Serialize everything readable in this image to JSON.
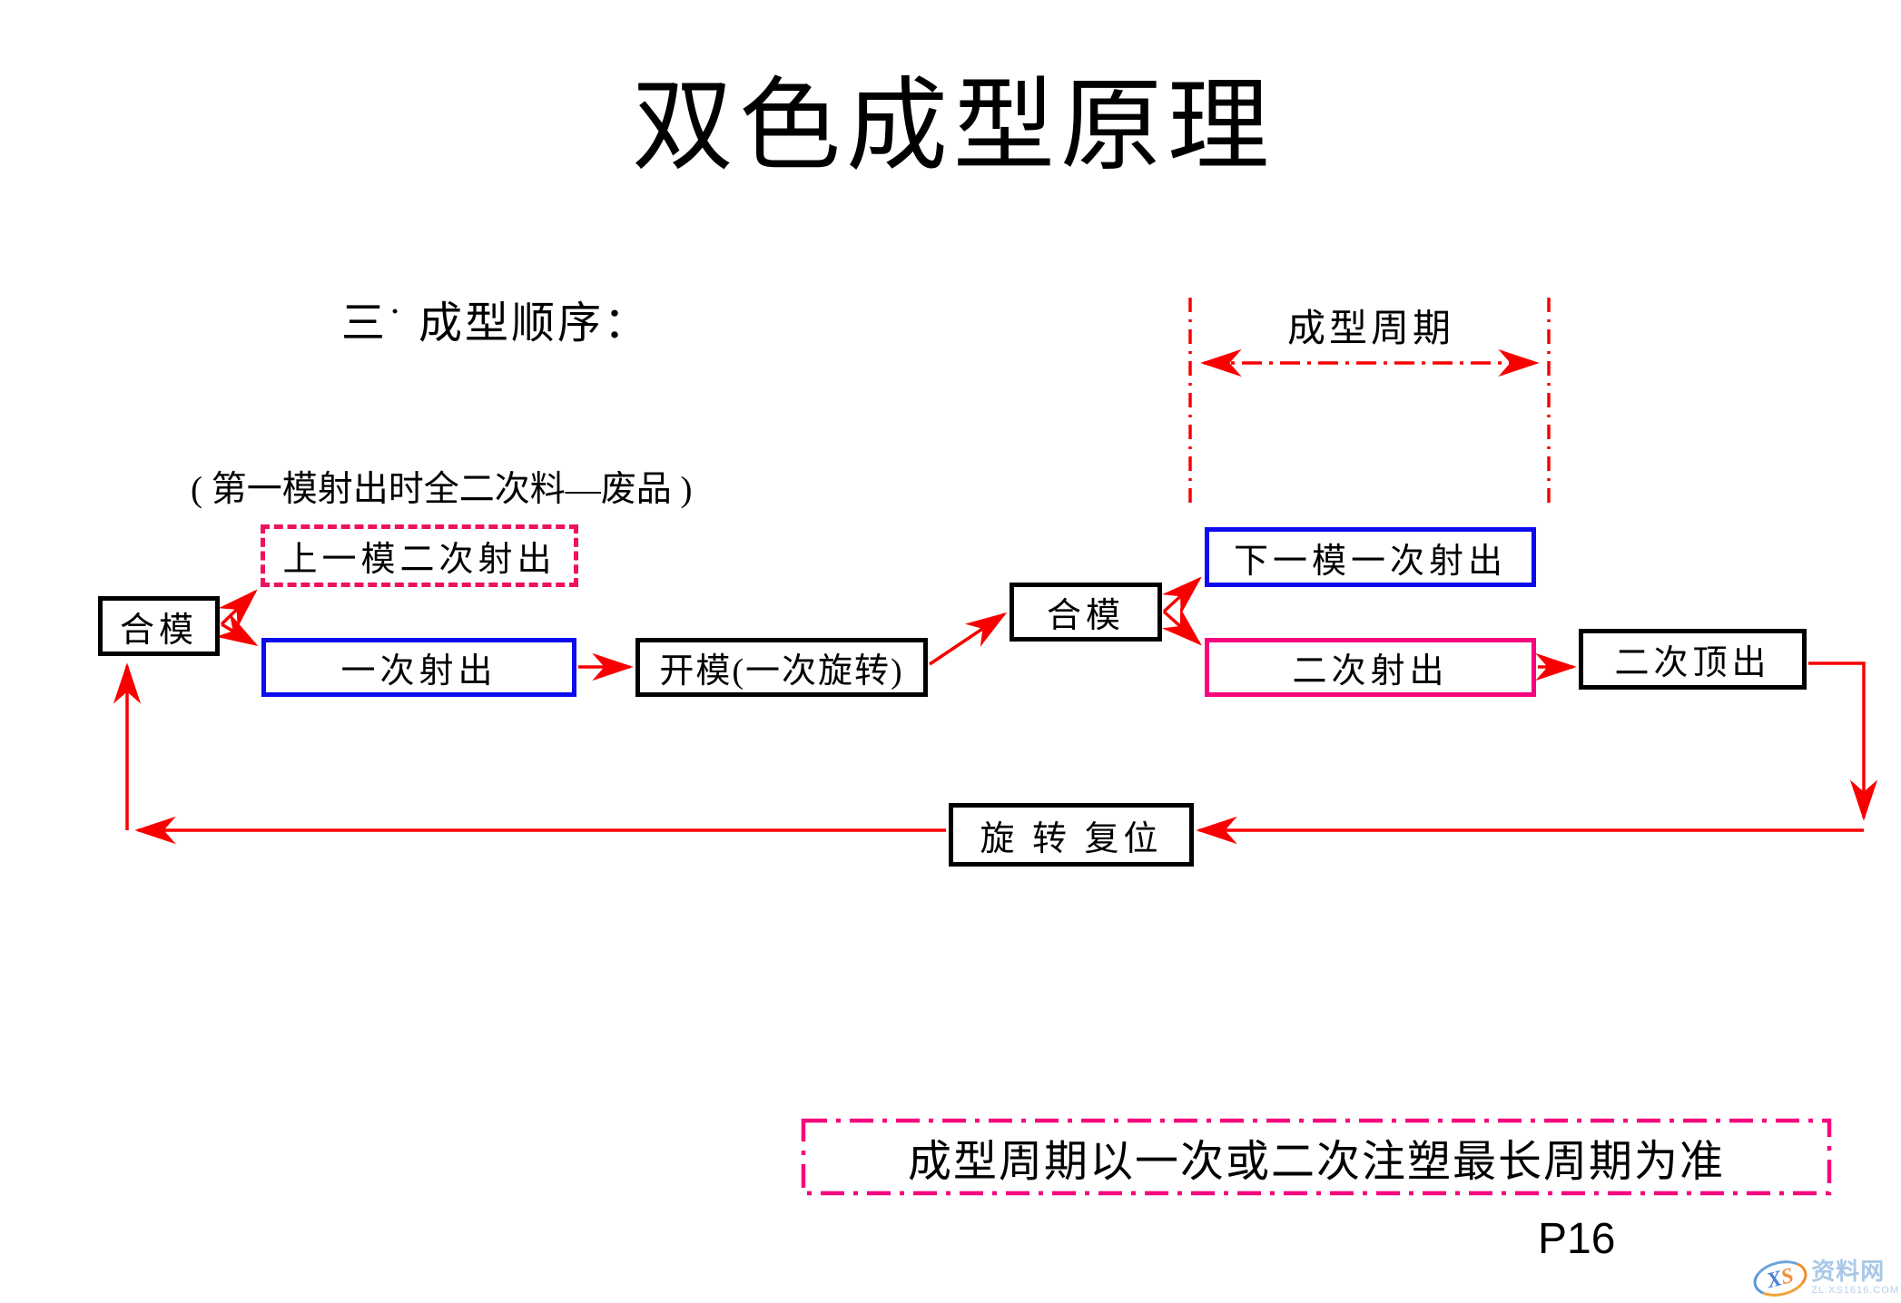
{
  "title": "双色成型原理",
  "section_heading": "三˙ 成型顺序：",
  "cycle_label": "成型周期",
  "note": "( 第一模射出时全二次料—废品 )",
  "flowchart": {
    "nodes": [
      {
        "id": "clamp-1",
        "label": "合模",
        "style": "black-solid"
      },
      {
        "id": "prev-mold-second-shot",
        "label": "上一模二次射出",
        "style": "pink-dashed"
      },
      {
        "id": "first-shot",
        "label": "一次射出",
        "style": "blue-solid"
      },
      {
        "id": "open-mold-rotate",
        "label": "开模(一次旋转)",
        "style": "black-solid"
      },
      {
        "id": "clamp-2",
        "label": "合模",
        "style": "black-solid"
      },
      {
        "id": "next-mold-first-shot",
        "label": "下一模一次射出",
        "style": "blue-solid"
      },
      {
        "id": "second-shot",
        "label": "二次射出",
        "style": "pink-solid"
      },
      {
        "id": "second-eject",
        "label": "二次顶出",
        "style": "black-solid"
      },
      {
        "id": "rotate-reset",
        "label": "旋 转 复位",
        "style": "black-solid"
      }
    ]
  },
  "footer_note": "成型周期以一次或二次注塑最长周期为准",
  "page_number": "P16",
  "watermark": {
    "logo": "XS",
    "logo_x": "X",
    "logo_s": "S",
    "name": "资料网",
    "url": "ZL.XS1616.COM"
  },
  "colors": {
    "arrow_red": "#f80000",
    "box_blue": "#0b0bee",
    "box_pink": "#f5067e",
    "box_pink_dashed": "#ee1160",
    "box_black": "#000000"
  }
}
